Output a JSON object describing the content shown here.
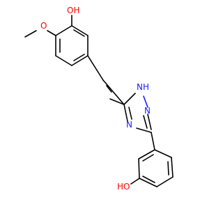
{
  "atoms": {
    "oh_top": "OH",
    "o_methoxy": "O",
    "nh": "NH",
    "n_right": "N",
    "n_left": "N",
    "oh_bottom": "HO"
  },
  "colors": {
    "carbon": "#000000",
    "oxygen": "#ff0000",
    "nitrogen": "#1a1aff"
  }
}
